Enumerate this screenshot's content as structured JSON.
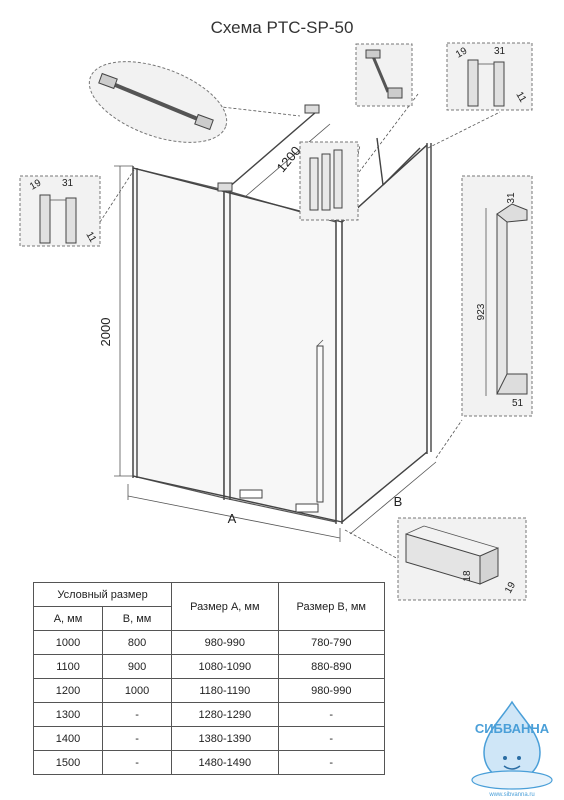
{
  "title": "Схема PTC-SP-50",
  "dimensions": {
    "height": "2000",
    "a": "A",
    "b": "B",
    "bar_length": "1200",
    "handle_height": "923",
    "handle_top": "31",
    "handle_bottom": "51",
    "profile_left_19": "19",
    "profile_left_31": "31",
    "profile_left_11": "11",
    "profile_right_19": "19",
    "profile_right_31": "31",
    "profile_right_11": "11",
    "rail_18": "18",
    "rail_19": "19"
  },
  "table": {
    "header_group": "Условный размер",
    "col_a_mm": "A, мм",
    "col_b_mm": "B, мм",
    "col_size_a": "Размер A, мм",
    "col_size_b": "Размер B, мм",
    "rows": [
      [
        "1000",
        "800",
        "980-990",
        "780-790"
      ],
      [
        "1100",
        "900",
        "1080-1090",
        "880-890"
      ],
      [
        "1200",
        "1000",
        "1180-1190",
        "980-990"
      ],
      [
        "1300",
        "-",
        "1280-1290",
        "-"
      ],
      [
        "1400",
        "-",
        "1380-1390",
        "-"
      ],
      [
        "1500",
        "-",
        "1480-1490",
        "-"
      ]
    ]
  },
  "logo": {
    "brand": "СИБВАННА",
    "url": "www.sibvanna.ru"
  },
  "colors": {
    "logo_blue": "#4a9fd8",
    "line": "#444444"
  }
}
